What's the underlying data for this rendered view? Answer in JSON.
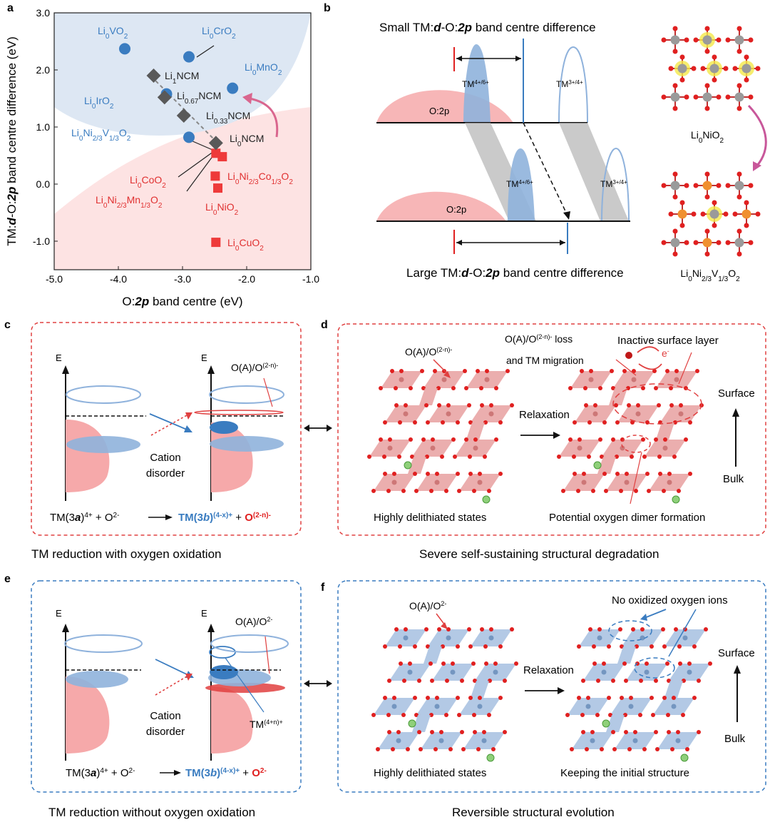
{
  "panels": {
    "a": "a",
    "b": "b",
    "c": "c",
    "d": "d",
    "e": "e",
    "f": "f"
  },
  "chart_data": {
    "type": "scatter",
    "xlabel_pre": "O:",
    "xlabel_bold": "2p",
    "xlabel_post": " band centre (eV)",
    "ylabel_pre": "TM:",
    "ylabel_bold": "d",
    "ylabel_mid": "-O:",
    "ylabel_bold2": "2p",
    "ylabel_post": " band centre difference (eV)",
    "xlim": [
      -5.0,
      -1.0
    ],
    "ylim": [
      -1.5,
      3.0
    ],
    "xticks": [
      "-5.0",
      "-4.0",
      "-3.0",
      "-2.0",
      "-1.0"
    ],
    "yticks": [
      "-1.0",
      "0.0",
      "1.0",
      "2.0",
      "3.0"
    ],
    "colors": {
      "blue": "#3a7cc0",
      "red": "#ee3a3a",
      "gray": "#595959",
      "blue_region": "#dde7f3",
      "red_region": "#fde3e3"
    },
    "series": [
      {
        "name": "blue",
        "marker": "circle",
        "points": [
          {
            "x": -3.9,
            "y": 2.37
          },
          {
            "x": -2.9,
            "y": 2.23
          },
          {
            "x": -2.22,
            "y": 1.68
          },
          {
            "x": -3.25,
            "y": 1.58
          },
          {
            "x": -2.9,
            "y": 0.82
          }
        ]
      },
      {
        "name": "red",
        "marker": "square",
        "points": [
          {
            "x": -2.48,
            "y": 0.54
          },
          {
            "x": -2.38,
            "y": 0.48
          },
          {
            "x": -2.49,
            "y": 0.14
          },
          {
            "x": -2.45,
            "y": -0.07
          },
          {
            "x": -2.48,
            "y": -1.02
          }
        ]
      },
      {
        "name": "gray",
        "marker": "diamond",
        "points": [
          {
            "x": -3.45,
            "y": 1.9
          },
          {
            "x": -3.28,
            "y": 1.52
          },
          {
            "x": -2.98,
            "y": 1.2
          },
          {
            "x": -2.48,
            "y": 0.72
          }
        ]
      }
    ],
    "labels": {
      "li0vo2": [
        "Li",
        "0",
        "VO",
        "2"
      ],
      "li0cro2": [
        "Li",
        "0",
        "CrO",
        "2"
      ],
      "li0mno2": [
        "Li",
        "0",
        "MnO",
        "2"
      ],
      "li0iro2": [
        "Li",
        "0",
        "IrO",
        "2"
      ],
      "li0niv": [
        "Li",
        "0",
        "Ni",
        "2/3",
        "V",
        "1/3",
        "O",
        "2"
      ],
      "li1ncm": [
        "Li",
        "1",
        "NCM"
      ],
      "li067ncm": [
        "Li",
        "0.67",
        "NCM"
      ],
      "li033ncm": [
        "Li",
        "0.33",
        "NCM"
      ],
      "li0ncm": [
        "Li",
        "0",
        "NCM"
      ],
      "li0coo2": [
        "Li",
        "0",
        "CoO",
        "2"
      ],
      "li0nimn": [
        "Li",
        "0",
        "Ni",
        "2/3",
        "Mn",
        "1/3",
        "O",
        "2"
      ],
      "li0nico": [
        "Li",
        "0",
        "Ni",
        "2/3",
        "Co",
        "1/3",
        "O",
        "2"
      ],
      "li0nio2": [
        "Li",
        "0",
        "NiO",
        "2"
      ],
      "li0cuo2": [
        "Li",
        "0",
        "CuO",
        "2"
      ]
    }
  },
  "panel_b": {
    "title_small": [
      "Small TM:",
      "d",
      "-O:",
      "2p",
      " band centre difference"
    ],
    "title_large": [
      "Large TM:",
      "d",
      "-O:",
      "2p",
      " band centre difference"
    ],
    "tm46": [
      "TM",
      "4+/6+"
    ],
    "tm34": [
      "TM",
      "3+/4+"
    ],
    "o2p": "O:2p",
    "li0nio2": [
      "Li",
      "0",
      "NiO",
      "2"
    ],
    "li0niv": [
      "Li",
      "0",
      "Ni",
      "2/3",
      "V",
      "1/3",
      "O",
      "2"
    ]
  },
  "panel_c": {
    "e": "E",
    "oa": [
      "O(A)/O",
      "(2-n)-"
    ],
    "cation": [
      "Cation",
      "disorder"
    ],
    "eq": [
      "TM(3",
      "a",
      ")",
      "4+",
      " + O",
      "2-"
    ],
    "eq_prod1": [
      "TM(3",
      "b",
      ")",
      "(4-x)+"
    ],
    "eq_plus": " + ",
    "eq_prod2": [
      "O",
      "(2-n)-"
    ],
    "caption": "TM reduction with oxygen oxidation"
  },
  "panel_d": {
    "oa": [
      "O(A)/O",
      "(2-n)-"
    ],
    "loss": [
      "O(A)/O",
      "(2-n)-",
      " loss"
    ],
    "migration": "and TM migration",
    "inactive": "Inactive surface layer",
    "electron": [
      "e",
      "-"
    ],
    "relaxation": "Relaxation",
    "surface": "Surface",
    "bulk": "Bulk",
    "highly": "Highly delithiated states",
    "dimer": "Potential oxygen dimer formation",
    "caption": "Severe self-sustaining structural degradation"
  },
  "panel_e": {
    "e": "E",
    "oa": [
      "O(A)/O",
      "2-"
    ],
    "cation": [
      "Cation",
      "disorder"
    ],
    "tmn": [
      "TM",
      "(4+n)+"
    ],
    "eq": [
      "TM(3",
      "a",
      ")",
      "4+",
      " + O",
      "2-"
    ],
    "eq_prod1": [
      "TM(3",
      "b",
      ")",
      "(4-x)+"
    ],
    "eq_plus": " + ",
    "eq_prod2": [
      "O",
      "2-"
    ],
    "caption": "TM reduction without oxygen oxidation"
  },
  "panel_f": {
    "oa": [
      "O(A)/O",
      "2-"
    ],
    "noox": "No oxidized oxygen ions",
    "relaxation": "Relaxation",
    "surface": "Surface",
    "bulk": "Bulk",
    "highly": "Highly delithiated states",
    "keeping": "Keeping the initial structure",
    "caption": "Reversible structural evolution"
  }
}
